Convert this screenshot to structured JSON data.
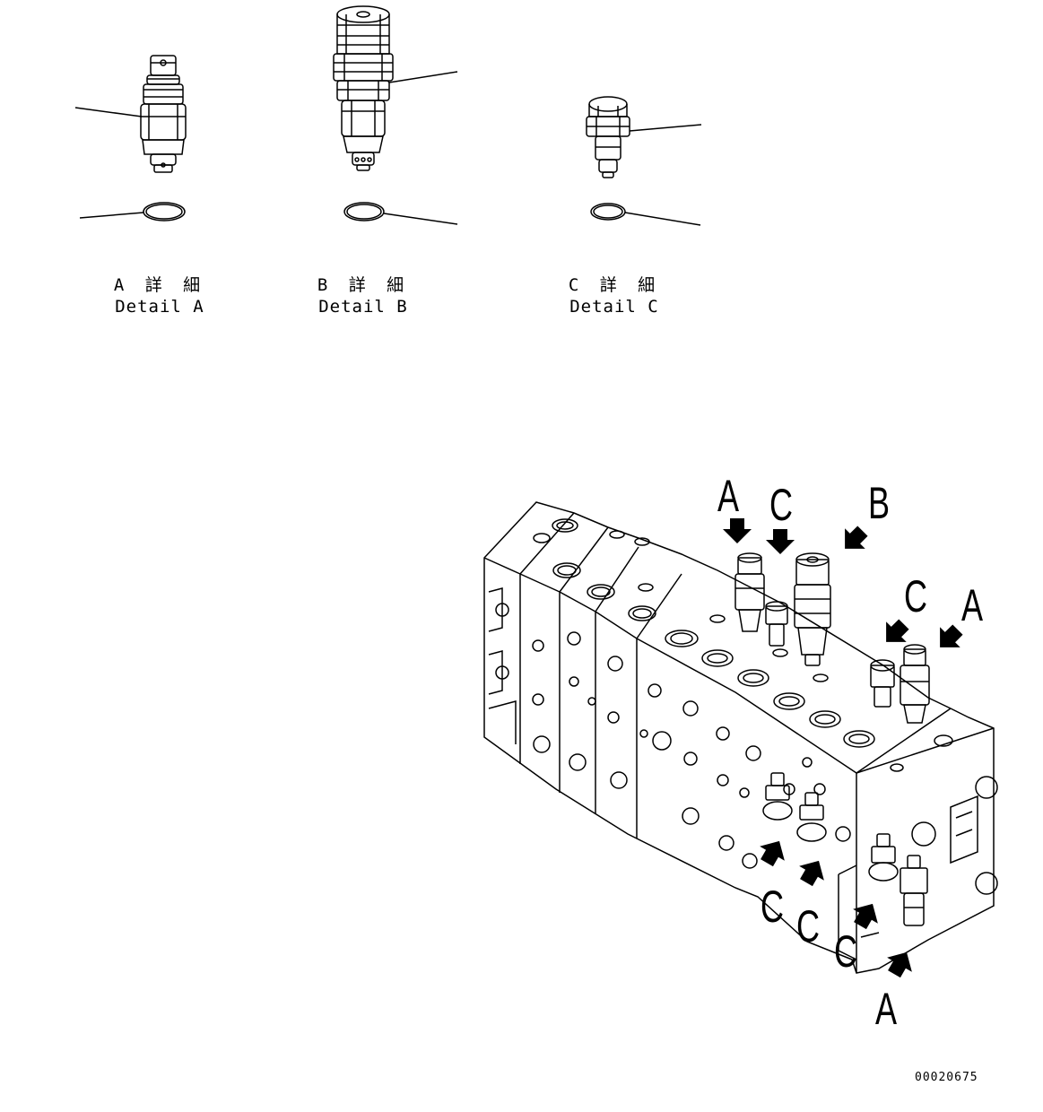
{
  "details": [
    {
      "jp": "A 詳 細",
      "en": "Detail A"
    },
    {
      "jp": "B 詳 細",
      "en": "Detail B"
    },
    {
      "jp": "C 詳 細",
      "en": "Detail C"
    }
  ],
  "callouts": [
    "A",
    "C",
    "B",
    "C",
    "A",
    "C",
    "C",
    "C",
    "A"
  ],
  "doc_number": "00020675"
}
